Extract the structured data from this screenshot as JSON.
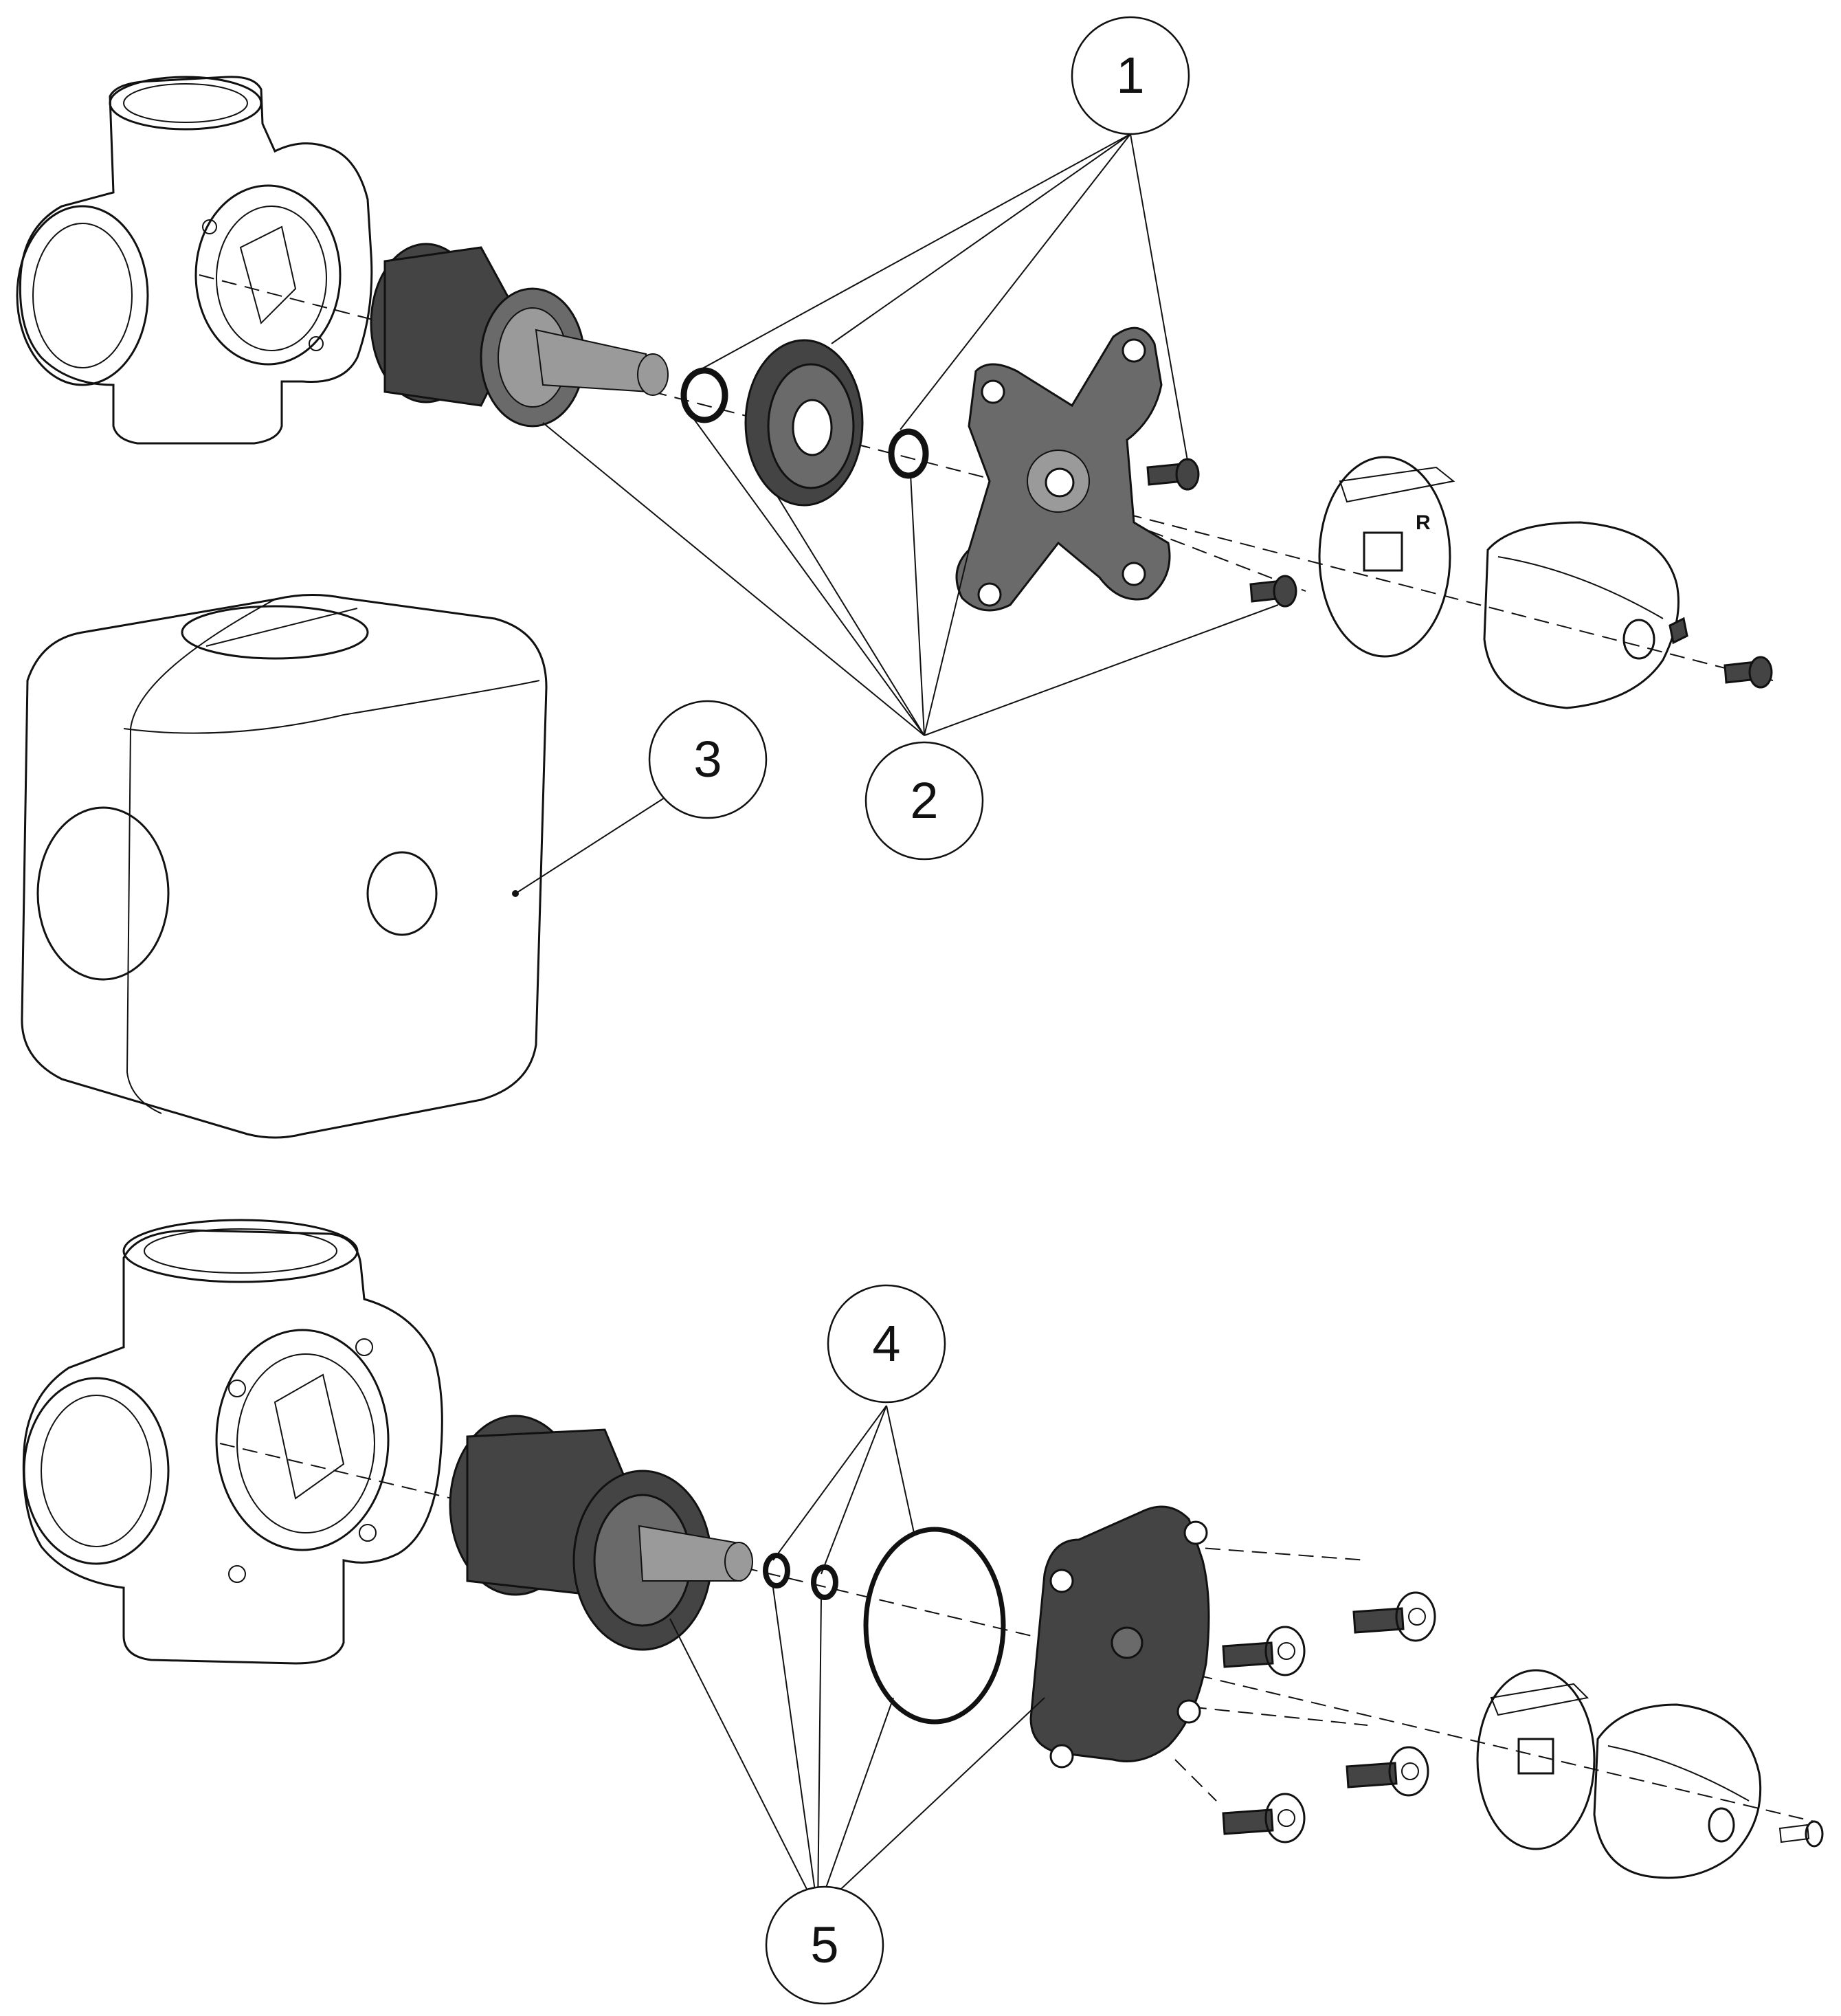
{
  "callouts": [
    {
      "label": "1"
    },
    {
      "label": "2"
    },
    {
      "label": "3"
    },
    {
      "label": "4"
    },
    {
      "label": "5"
    }
  ],
  "knob_marking": "R"
}
